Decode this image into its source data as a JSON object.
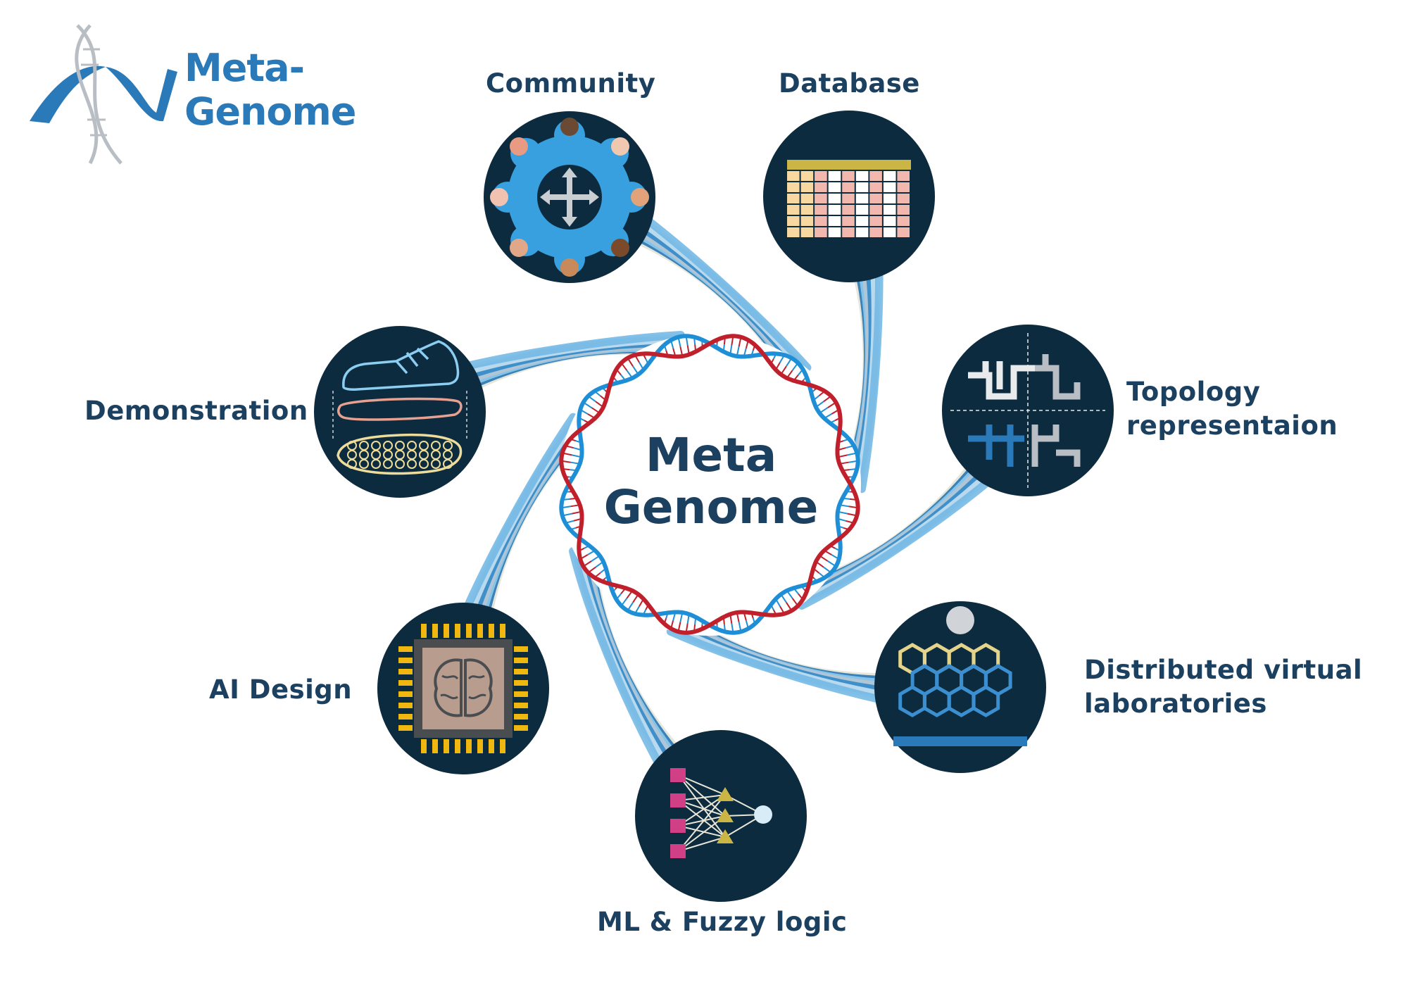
{
  "logo": {
    "line1": "Meta-",
    "line2": "Genome"
  },
  "center": {
    "line1": "Meta",
    "line2": "Genome"
  },
  "nodes": {
    "community": "Community",
    "database": "Database",
    "topology_1": "Topology",
    "topology_2": "representaion",
    "distributed_1": "Distributed virtual",
    "distributed_2": "laboratories",
    "ml": "ML & Fuzzy logic",
    "ai": "AI Design",
    "demonstration": "Demonstration"
  },
  "colors": {
    "navy": "#0d2b3e",
    "text": "#1c4060",
    "brand_blue": "#2a7ab9",
    "dna_red": "#c0202c",
    "dna_blue": "#1e8fd6"
  }
}
